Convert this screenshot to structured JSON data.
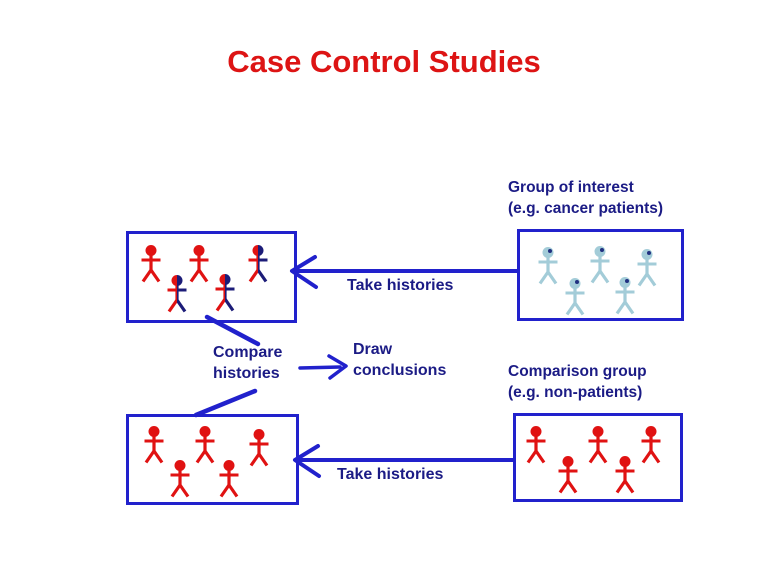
{
  "title": "Case Control Studies",
  "labels": {
    "group_of_interest": {
      "line1": "Group of interest",
      "line2": "(e.g. cancer patients)"
    },
    "comparison_group": {
      "line1": "Comparison group",
      "line2": "(e.g. non-patients)"
    },
    "take_histories_top": "Take histories",
    "take_histories_bottom": "Take histories",
    "compare_histories": {
      "line1": "Compare",
      "line2": "histories"
    },
    "draw_conclusions": {
      "line1": "Draw",
      "line2": "conclusions"
    }
  },
  "colors": {
    "title_red": "#dd1414",
    "text_navy": "#1b1b85",
    "line_blue": "#2121cc",
    "figure_red": "#e01212",
    "figure_navy": "#1c1c78",
    "figure_light_blue": "#a3ccd8",
    "figure_head_dot": "#203080"
  },
  "figures": {
    "cases": [
      "red",
      "red",
      "split",
      "split",
      "split"
    ],
    "interest": [
      "lightblue",
      "lightblue",
      "lightblue",
      "lightblue",
      "lightblue"
    ],
    "controls": [
      "red",
      "red",
      "red",
      "red",
      "red"
    ],
    "comparison": [
      "red",
      "red",
      "red",
      "red",
      "red"
    ]
  }
}
